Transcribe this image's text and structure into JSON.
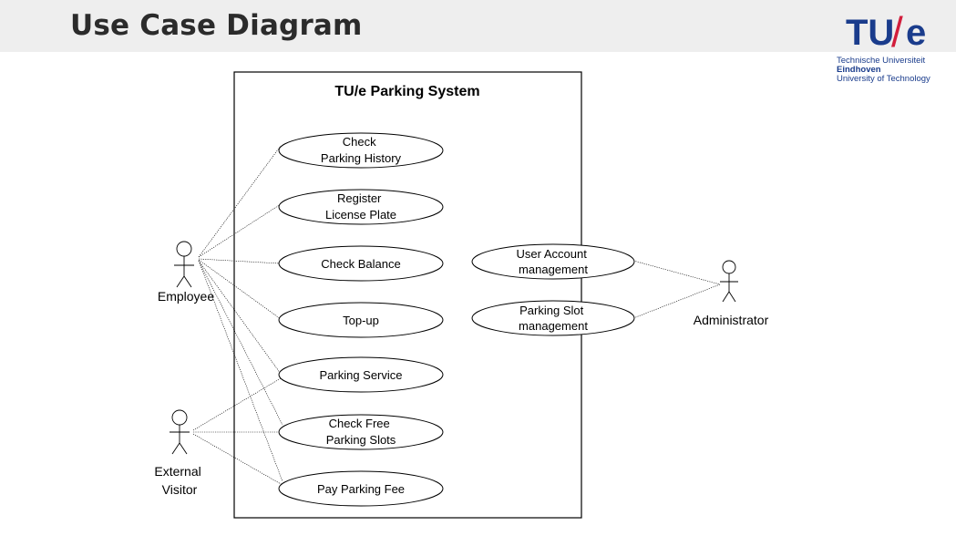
{
  "slide": {
    "title": "Use Case Diagram"
  },
  "logo": {
    "mark_left": "TU",
    "mark_slash": "/",
    "mark_right": "e",
    "line1": "Technische Universiteit",
    "line2": "Eindhoven",
    "line3": "University of Technology",
    "primary_color": "#1a3c8c",
    "accent_color": "#d21e3c"
  },
  "system": {
    "title": "TU/e Parking System"
  },
  "actors": {
    "employee": "Employee",
    "visitor": [
      "External",
      "Visitor"
    ],
    "administrator": "Administrator"
  },
  "use_cases": {
    "check_history": [
      "Check",
      "Parking History"
    ],
    "register_plate": [
      "Register",
      "License Plate"
    ],
    "check_balance": [
      "Check Balance"
    ],
    "top_up": [
      "Top-up"
    ],
    "parking_service": [
      "Parking Service"
    ],
    "check_free_slots": [
      "Check Free",
      "Parking Slots"
    ],
    "pay_fee": [
      "Pay Parking Fee"
    ],
    "user_account": [
      "User Account",
      "management"
    ],
    "parking_slot": [
      "Parking Slot",
      "management"
    ]
  },
  "colors": {
    "header_bg": "#eeeeee",
    "title_text": "#2b2b2b",
    "line": "#000000"
  }
}
